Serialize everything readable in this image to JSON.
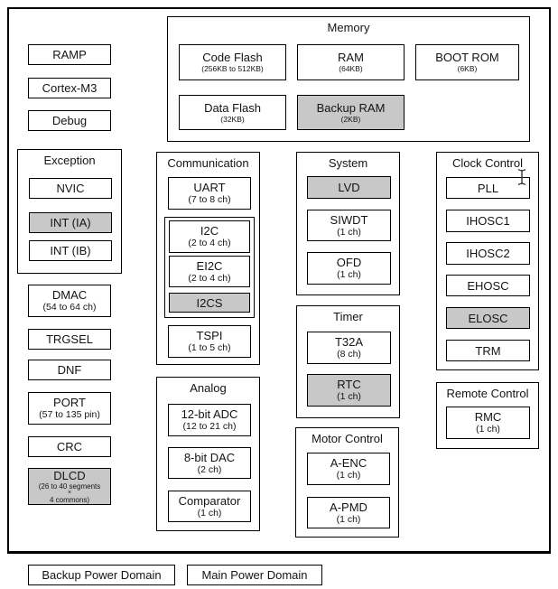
{
  "colors": {
    "backup_domain_fill": "#c8c8c8",
    "main_domain_fill": "#ffffff",
    "line": "#000000"
  },
  "cpu": {
    "ramp": "RAMP",
    "core": "Cortex-M3",
    "debug": "Debug"
  },
  "memory": {
    "title": "Memory",
    "code_flash": {
      "label": "Code Flash",
      "detail": "(256KB to 512KB)"
    },
    "ram": {
      "label": "RAM",
      "detail": "(64KB)"
    },
    "boot_rom": {
      "label": "BOOT ROM",
      "detail": "(6KB)"
    },
    "data_flash": {
      "label": "Data Flash",
      "detail": "(32KB)"
    },
    "backup_ram": {
      "label": "Backup RAM",
      "detail": "(2KB)"
    }
  },
  "exception": {
    "title": "Exception",
    "nvic": {
      "label": "NVIC"
    },
    "int_ia": {
      "label": "INT (IA)"
    },
    "int_ib": {
      "label": "INT (IB)"
    }
  },
  "left_blocks": {
    "dmac": {
      "label": "DMAC",
      "detail": "(54 to 64 ch)"
    },
    "trgsel": {
      "label": "TRGSEL"
    },
    "dnf": {
      "label": "DNF"
    },
    "port": {
      "label": "PORT",
      "detail": "(57 to 135 pin)"
    },
    "crc": {
      "label": "CRC"
    },
    "dlcd": {
      "label": "DLCD",
      "detail_line1": "(26 to 40 segments",
      "detail_line2": "×",
      "detail_line3": "4 commons)"
    }
  },
  "communication": {
    "title": "Communication",
    "uart": {
      "label": "UART",
      "detail": "(7 to 8 ch)"
    },
    "i2c": {
      "label": "I2C",
      "detail": "(2 to 4 ch)"
    },
    "ei2c": {
      "label": "EI2C",
      "detail": "(2 to 4 ch)"
    },
    "i2cs": {
      "label": "I2CS"
    },
    "tspi": {
      "label": "TSPI",
      "detail": "(1 to 5 ch)"
    }
  },
  "system": {
    "title": "System",
    "lvd": {
      "label": "LVD"
    },
    "siwdt": {
      "label": "SIWDT",
      "detail": "(1 ch)"
    },
    "ofd": {
      "label": "OFD",
      "detail": "(1 ch)"
    }
  },
  "timer": {
    "title": "Timer",
    "t32a": {
      "label": "T32A",
      "detail": "(8 ch)"
    },
    "rtc": {
      "label": "RTC",
      "detail": "(1 ch)"
    }
  },
  "motor_control": {
    "title": "Motor Control",
    "a_enc": {
      "label": "A-ENC",
      "detail": "(1 ch)"
    },
    "a_pmd": {
      "label": "A-PMD",
      "detail": "(1 ch)"
    }
  },
  "clock_control": {
    "title": "Clock Control",
    "pll": {
      "label": "PLL"
    },
    "ihosc1": {
      "label": "IHOSC1"
    },
    "ihosc2": {
      "label": "IHOSC2"
    },
    "ehosc": {
      "label": "EHOSC"
    },
    "elosc": {
      "label": "ELOSC"
    },
    "trm": {
      "label": "TRM"
    }
  },
  "remote_control": {
    "title": "Remote Control",
    "rmc": {
      "label": "RMC",
      "detail": "(1 ch)"
    }
  },
  "analog": {
    "title": "Analog",
    "adc_12bit": {
      "label": "12-bit ADC",
      "detail": "(12 to 21 ch)"
    },
    "dac_8bit": {
      "label": "8-bit DAC",
      "detail": "(2 ch)"
    },
    "comparator": {
      "label": "Comparator",
      "detail": "(1 ch)"
    }
  },
  "legend": {
    "backup_label": "Backup Power Domain",
    "main_label": "Main Power Domain"
  }
}
